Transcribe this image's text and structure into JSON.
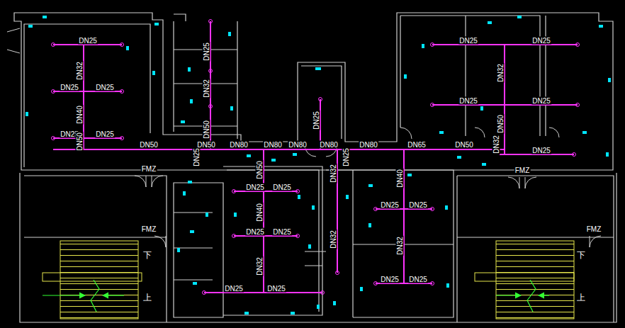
{
  "diagram": {
    "labels": [
      "DN25",
      "DN32",
      "DN25",
      "DN25",
      "DN40",
      "DN25",
      "DN25",
      "DN50",
      "DN25",
      "DN32",
      "DN50",
      "DN25",
      "DN25",
      "DN25",
      "DN32",
      "DN25",
      "DN25",
      "DN50",
      "DN50",
      "DN25",
      "DN50",
      "DN80",
      "DN80",
      "DN80",
      "DN80",
      "DN25",
      "DN80",
      "DN65",
      "DN50",
      "DN32",
      "DN25",
      "DN50",
      "DN25",
      "DN25",
      "DN40",
      "DN25",
      "DN25",
      "DN32",
      "DN25",
      "DN25",
      "DN32",
      "DN32",
      "DN40",
      "DN25",
      "DN25",
      "DN32",
      "DN25",
      "DN25",
      "FMZ",
      "FMZ",
      "FMZ",
      "FMZ",
      "下",
      "上",
      "下",
      "上"
    ]
  }
}
